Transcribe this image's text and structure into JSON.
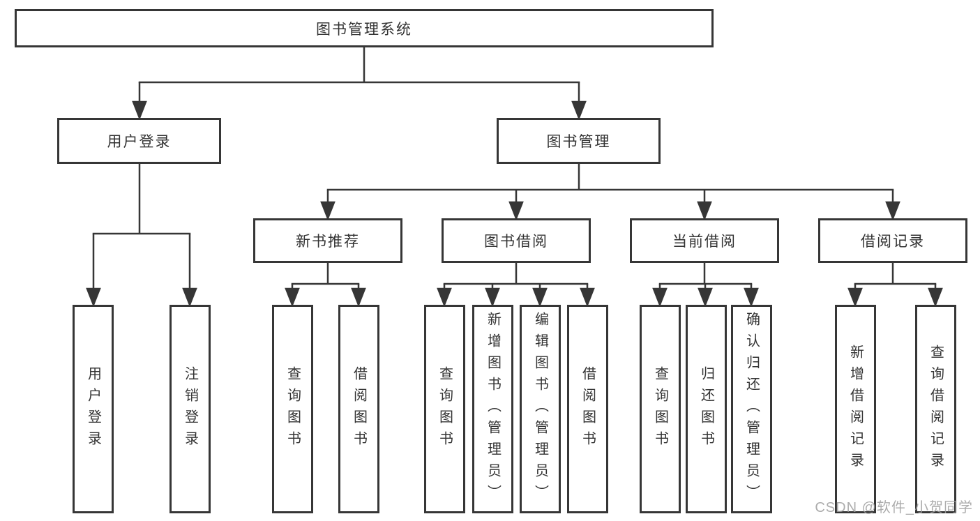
{
  "colors": {
    "line": "#363636",
    "text": "#333333",
    "background": "#ffffff",
    "watermark": "#9e9e9e"
  },
  "watermark": {
    "text": "CSDN @软件_小贺同学"
  },
  "tree": {
    "root": "图书管理系统",
    "children": [
      {
        "label": "用户登录",
        "children": [
          "用户登录",
          "注销登录"
        ]
      },
      {
        "label": "图书管理",
        "children": [
          {
            "label": "新书推荐",
            "children": [
              "查询图书",
              "借阅图书"
            ]
          },
          {
            "label": "图书借阅",
            "children": [
              "查询图书",
              "新增图书（管理员）",
              "编辑图书（管理员）",
              "借阅图书"
            ]
          },
          {
            "label": "当前借阅",
            "children": [
              "查询图书",
              "归还图书",
              "确认归还（管理员）"
            ]
          },
          {
            "label": "借阅记录",
            "children": [
              "新增借阅记录",
              "查询借阅记录"
            ]
          }
        ]
      }
    ]
  }
}
